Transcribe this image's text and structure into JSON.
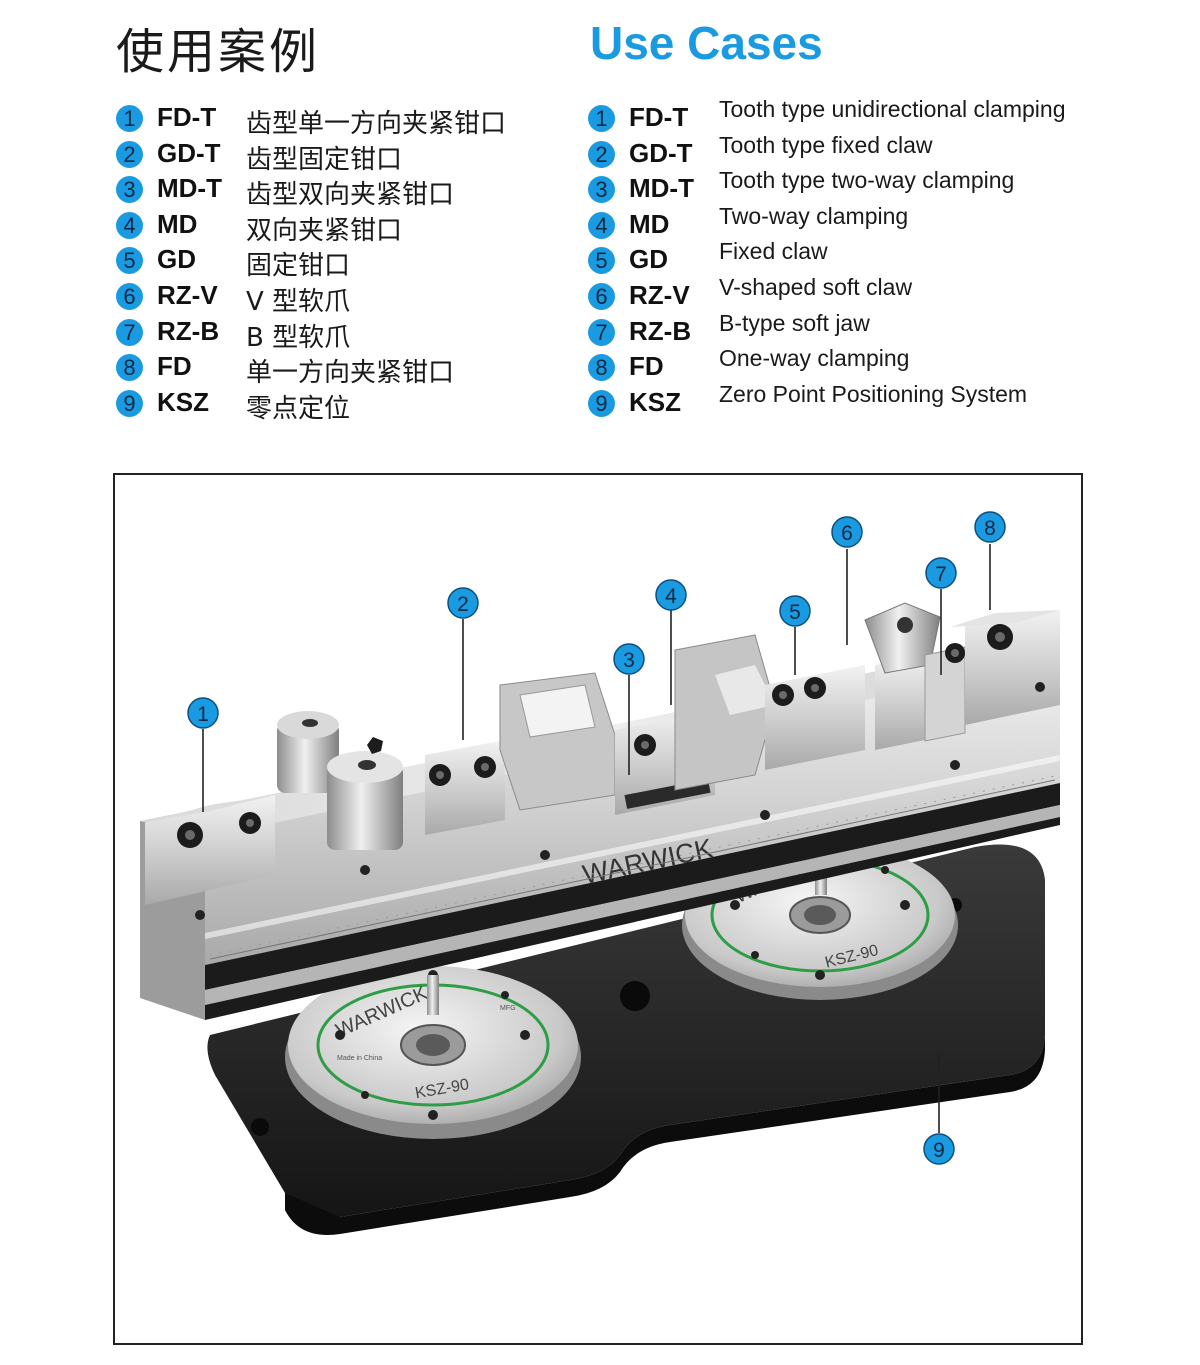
{
  "theme": {
    "accent": "#1a9ae0"
  },
  "header": {
    "title_cn": "使用案例",
    "title_en": "Use Cases"
  },
  "items": [
    {
      "num": "1",
      "code": "FD-T",
      "cn": "齿型单一方向夹紧钳口",
      "en": "Tooth type unidirectional clamping"
    },
    {
      "num": "2",
      "code": "GD-T",
      "cn": "齿型固定钳口",
      "en": "Tooth type fixed claw"
    },
    {
      "num": "3",
      "code": "MD-T",
      "cn": "齿型双向夹紧钳口",
      "en": "Tooth type two-way clamping"
    },
    {
      "num": "4",
      "code": "MD",
      "cn": "双向夹紧钳口",
      "en": "Two-way clamping"
    },
    {
      "num": "5",
      "code": "GD",
      "cn": "固定钳口",
      "en": "Fixed claw"
    },
    {
      "num": "6",
      "code": "RZ-V",
      "cn": "V 型软爪",
      "en": "V-shaped soft claw"
    },
    {
      "num": "7",
      "code": "RZ-B",
      "cn": "B 型软爪",
      "en": "B-type soft jaw"
    },
    {
      "num": "8",
      "code": "FD",
      "cn": "单一方向夹紧钳口",
      "en": "One-way clamping"
    },
    {
      "num": "9",
      "code": "KSZ",
      "cn": "零点定位",
      "en": "Zero Point Positioning System"
    }
  ],
  "photo": {
    "brand": "WARWICK",
    "model": "KSZ-90",
    "made_in": "Made in China",
    "mfg": "MFG",
    "callouts": [
      "1",
      "2",
      "3",
      "4",
      "5",
      "6",
      "7",
      "8",
      "9"
    ]
  }
}
